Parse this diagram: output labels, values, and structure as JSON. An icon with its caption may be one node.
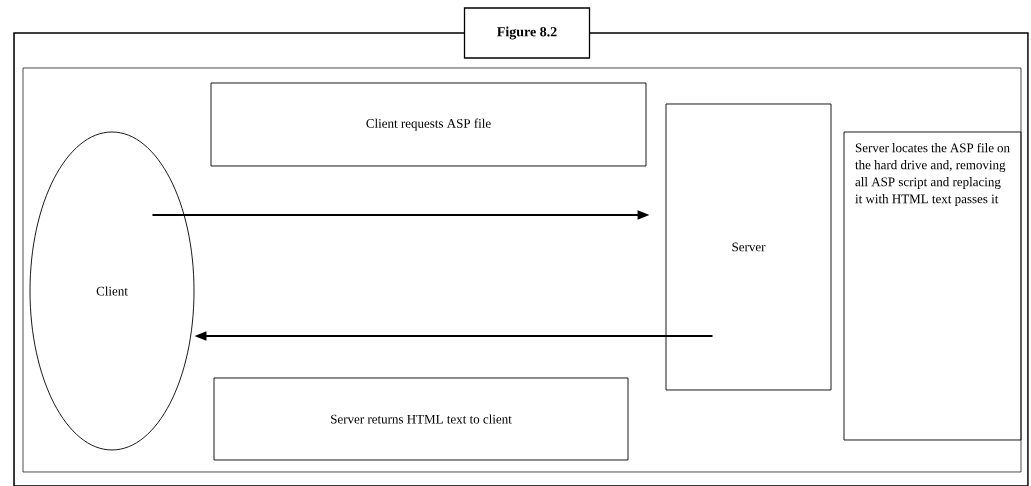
{
  "diagram": {
    "title": "Figure 8.2",
    "nodes": [
      {
        "text": [
          "Client requests ASP file"
        ]
      },
      {
        "text": [
          "Client"
        ]
      },
      {
        "text": [
          "Server"
        ]
      },
      {
        "text": [
          "Server locates the ASP file on the hard drive and, removing all ASP script and replacing it with HTML text passes it"
        ]
      },
      {
        "text": [
          "Server returns HTML text to client"
        ]
      }
    ],
    "edges": [
      {
        "from": 1,
        "to": 2,
        "arrow": "to"
      },
      {
        "from": 2,
        "to": 1,
        "arrow": "to"
      }
    ]
  }
}
